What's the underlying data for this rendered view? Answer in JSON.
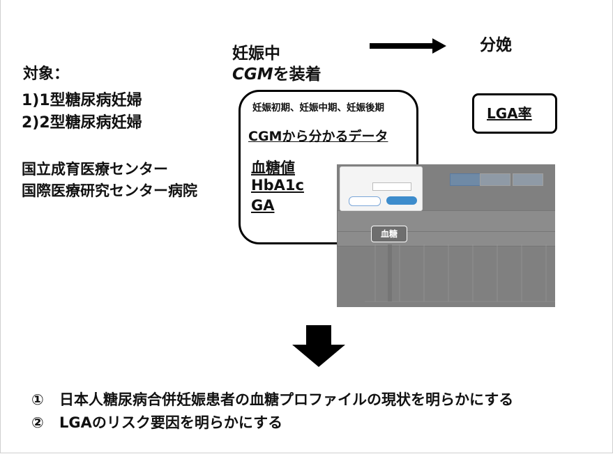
{
  "target": {
    "label": "対象：",
    "items": [
      "1)1型糖尿病妊婦",
      "2)2型糖尿病妊婦"
    ]
  },
  "institutions": [
    "国立成育医療センター",
    "国際医療研究センター病院"
  ],
  "flow": {
    "pregnancy": "妊娠中",
    "cgm_prefix": "CGM",
    "cgm_suffix": "を装着",
    "delivery": "分娩"
  },
  "cgm_box": {
    "periods": "妊娠初期、妊娠中期、妊娠後期",
    "data_title": "CGMから分かるデータ",
    "metrics": [
      "血糖値",
      "HbA1c",
      "GA"
    ]
  },
  "outcome": {
    "label": "LGA率"
  },
  "screenshot": {
    "label": "血糖"
  },
  "conclusions": [
    {
      "num": "①",
      "text": "日本人糖尿病合併妊娠患者の血糖プロファイルの現状を明らかにする"
    },
    {
      "num": "②",
      "text": "LGAのリスク要因を明らかにする"
    }
  ],
  "colors": {
    "text": "#111111",
    "border": "#000000",
    "screenshot_bg": "#808080"
  }
}
